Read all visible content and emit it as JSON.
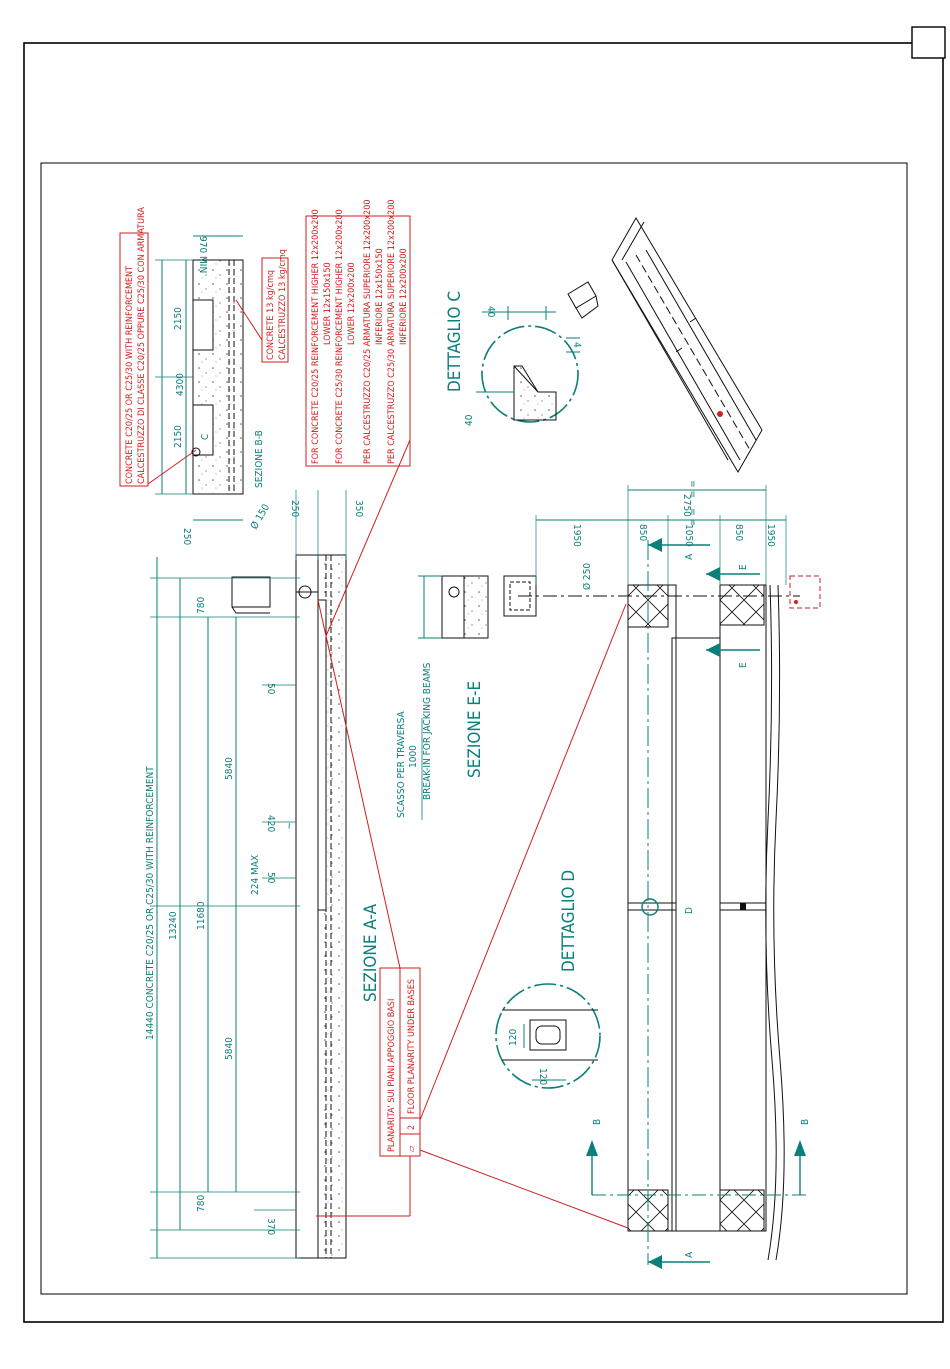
{
  "colors": {
    "frame": "#000000",
    "drawing": "#111111",
    "dimension": "#0b7f7a",
    "annotation": "#d21e1e"
  },
  "section_aa": {
    "title": "SEZIONE A-A",
    "length_total_label": "14440  CONCRETE C20/25 OR C25/30  WITH REINFORCEMENT",
    "dim_13240": "13240",
    "dim_11680": "11680",
    "dim_5840_a": "5840",
    "dim_5840_b": "5840",
    "dim_780_a": "780",
    "dim_780_b": "780",
    "dim_370": "370",
    "dim_50_a": "50",
    "dim_50_b": "50",
    "dim_224": "224  MAX",
    "dim_420": "420",
    "dim_tilde": "~",
    "dim_phi150": "Ø 150",
    "dim_250_top": "250",
    "dim_350": "350"
  },
  "section_bb": {
    "title": "SEZIONE B-B",
    "dim_4300": "4300",
    "dim_2150_a": "2150",
    "dim_2150_b": "2150",
    "dim_970": "970 MIN",
    "dim_250": "250",
    "detail_c_marker": "C",
    "note_concrete": [
      "CONCRETE C20/25 OR C25/30 WITH REINFORCEMENT",
      "CALCESTRUZZO DI CLASSE C20/25 OPPURE C25/30 CON ARMATURA"
    ],
    "note_weight": [
      "CONCRETE 13 kg/cmq",
      "CALCESTRUZZO 13 kg/cmq"
    ]
  },
  "reinforcement_note": [
    "FOR CONCRETE C20/25 REINFORCEMENT  HIGHER  12x200x200",
    "LOWER  12x150x150",
    "FOR CONCRETE C25/30 REINFORCEMENT  HIGHER  12x200x200",
    "LOWER  12x200x200",
    "PER CALCESTRUZZO  C20/25 ARMATURA  SUPERIORE 12x200x200",
    "INFERIORE 12x150x150",
    "PER CALCESTRUZZO  C25/30 ARMATURA  SUPERIORE 12x200x200",
    "INFERIORE 12x200x200"
  ],
  "detail_c": {
    "title": "DETTAGLIO C",
    "dim_40_a": "40",
    "dim_40_b": "40",
    "dim_4": "4"
  },
  "section_ee": {
    "title": "SEZIONE E-E",
    "note": [
      "SCASSO PER TRAVERSA",
      "1000",
      "BREAK-IN FOR JACKING BEAMS"
    ]
  },
  "detail_d": {
    "title": "DETTAGLIO D",
    "dim_120_a": "120",
    "dim_120_b": "120"
  },
  "plan": {
    "marker_d": "D",
    "marker_a_top": "A",
    "marker_a_bottom": "A",
    "marker_e_top": "E",
    "marker_e_bottom": "E",
    "marker_b_left": "B",
    "marker_b_right": "B",
    "dim_1950_a": "1950",
    "dim_850_a": "850",
    "dim_1050": "1050",
    "dim_850_b": "850",
    "dim_1950_b": "1950",
    "dim_2750": "2750",
    "dim_phi250": "Ø 250",
    "eq_marks": "=  ="
  },
  "planarity_note": {
    "line1": "PLANARITA' SUI PIANI APPOGGIO BASI",
    "symbol": "▱",
    "value": "2",
    "line2": "FLOOR PLANARITY UNDER BASES"
  }
}
